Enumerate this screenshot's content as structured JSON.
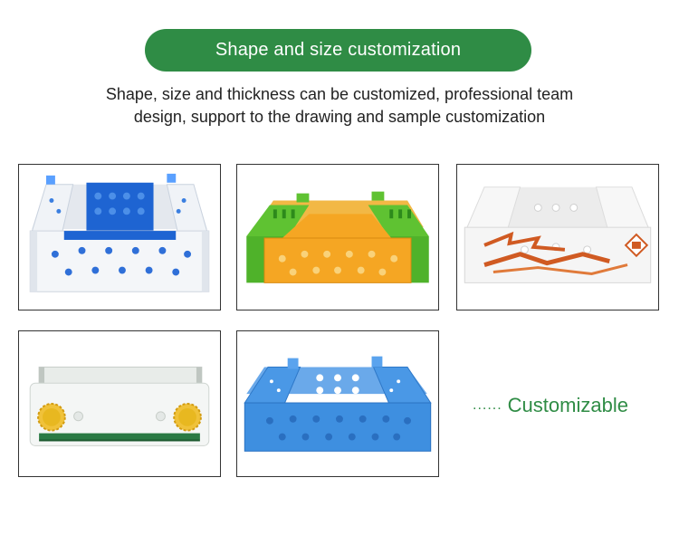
{
  "header": {
    "title": "Shape and size customization",
    "description_line1": "Shape, size and thickness can be customized, professional team",
    "description_line2": "design, support to the drawing and sample customization"
  },
  "gallery": {
    "items": [
      {
        "subject": "white-and-blue-folding-crate",
        "colors": [
          "#f2f4f8",
          "#1e64d2"
        ]
      },
      {
        "subject": "green-and-orange-folding-crate",
        "colors": [
          "#59c12b",
          "#f5a623"
        ]
      },
      {
        "subject": "printed-white-folding-crate",
        "colors": [
          "#f4f4f4",
          "#d05a22"
        ]
      },
      {
        "subject": "white-crate-with-sun-print",
        "colors": [
          "#f2f4f3",
          "#e8b820",
          "#2a7a44"
        ]
      },
      {
        "subject": "blue-folding-crate",
        "colors": [
          "#3e8fe0",
          "#2f7fd6"
        ]
      }
    ]
  },
  "label": {
    "dots": "......",
    "text": "Customizable"
  },
  "colors": {
    "accent": "#2f8c45",
    "text": "#222222",
    "border": "#333333"
  }
}
